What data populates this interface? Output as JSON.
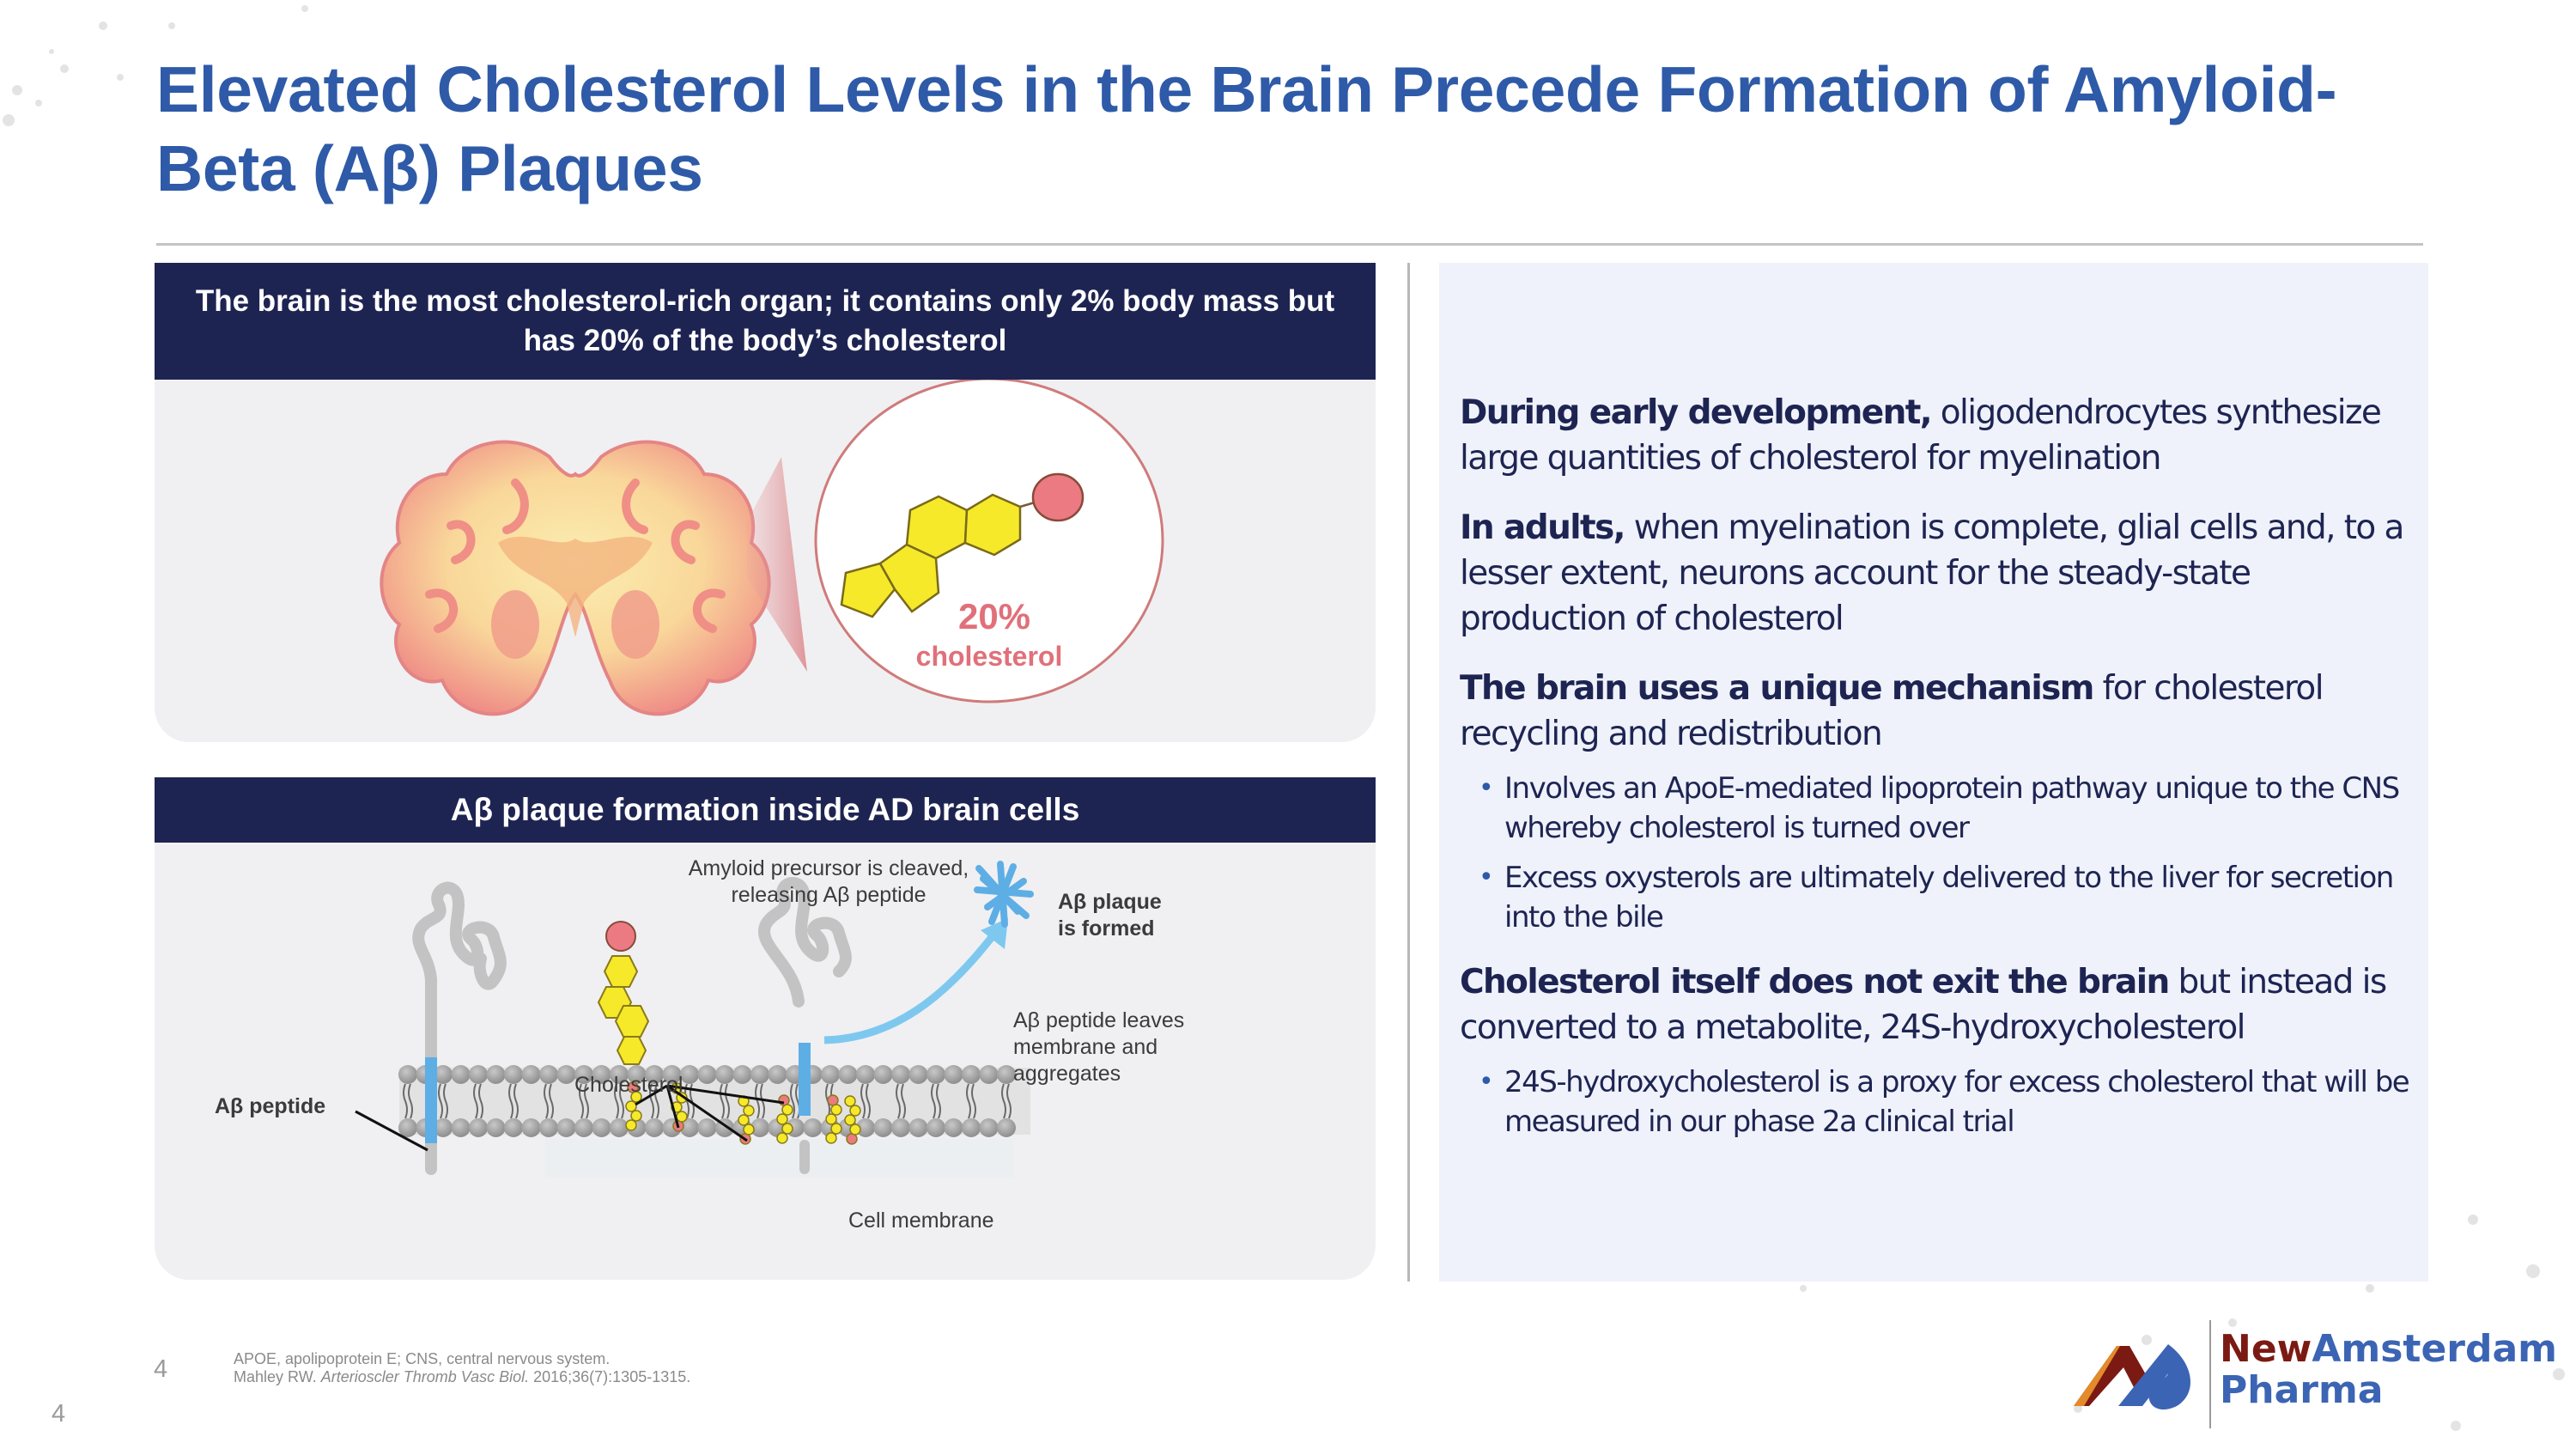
{
  "slide": {
    "title": "Elevated Cholesterol Levels in the Brain Precede Formation of Amyloid-Beta (Aβ) Plaques",
    "page_number": "4",
    "page_number_corner": "4"
  },
  "top_panel": {
    "header": "The brain is the most cholesterol-rich organ; it contains only 2% body mass but has 20% of the body’s cholesterol",
    "callout_percent": "20%",
    "callout_label": "cholesterol"
  },
  "bottom_panel": {
    "header": "Aβ plaque formation inside AD brain cells",
    "labels": {
      "precursor_cleaved": "Amyloid precursor is cleaved, releasing Aβ peptide",
      "plaque_formed": "Aβ plaque is formed",
      "peptide_leaves": "Aβ peptide leaves membrane and aggregates",
      "cholesterol": "Cholesterol",
      "ab_peptide": "Aβ peptide",
      "cell_membrane": "Cell membrane"
    }
  },
  "right_panel": {
    "paragraphs": [
      {
        "bold": "During early development,",
        "text": " oligodendrocytes synthesize large quantities of cholesterol for myelination",
        "bullets": []
      },
      {
        "bold": "In adults,",
        "text": " when myelination is complete, glial cells and, to a lesser extent, neurons account for the steady-state production of cholesterol",
        "bullets": []
      },
      {
        "bold": "The brain uses a unique mechanism",
        "text": " for cholesterol recycling and redistribution",
        "bullets": [
          "Involves an ApoE-mediated lipoprotein pathway unique to the CNS whereby cholesterol is turned over",
          "Excess oxysterols are ultimately delivered to the liver for secretion into the bile"
        ]
      },
      {
        "bold": "Cholesterol itself does not exit the brain",
        "text": " but instead is converted to a metabolite, 24S-hydroxycholesterol",
        "bullets": [
          "24S-hydroxycholesterol is a proxy for excess cholesterol that will be measured in our phase 2a clinical trial"
        ]
      }
    ]
  },
  "footnotes": {
    "line1": "APOE, apolipoprotein E; CNS, central nervous system.",
    "line2_author": "Mahley RW. ",
    "line2_journal": "Arterioscler Thromb Vasc Biol.",
    "line2_rest": " 2016;36(7):1305-1315."
  },
  "logo": {
    "word1": "New",
    "word2": "Amsterdam",
    "word3": "Pharma"
  },
  "colors": {
    "title_blue": "#2e5aa8",
    "header_navy": "#1e2452",
    "cholesterol_yellow": "#f5e92a",
    "hydroxyl_pink": "#ec7a82",
    "peptide_blue": "#5eaee6",
    "right_panel_bg": "#eff2fa"
  }
}
